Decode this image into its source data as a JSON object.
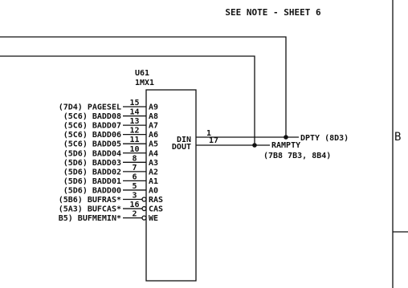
{
  "note": "SEE NOTE - SHEET 6",
  "chip": {
    "ref": "U61",
    "part": "1MX1"
  },
  "zone_letter": "B",
  "inputs": [
    {
      "signal": "(7D4) PAGESEL",
      "pin": "15",
      "pin_name": "A9",
      "bubble": false
    },
    {
      "signal": "(5C6) BADD08",
      "pin": "14",
      "pin_name": "A8",
      "bubble": false
    },
    {
      "signal": "(5C6) BADD07",
      "pin": "13",
      "pin_name": "A7",
      "bubble": false
    },
    {
      "signal": "(5C6) BADD06",
      "pin": "12",
      "pin_name": "A6",
      "bubble": false
    },
    {
      "signal": "(5C6) BADD05",
      "pin": "11",
      "pin_name": "A5",
      "bubble": false
    },
    {
      "signal": "(5D6) BADD04",
      "pin": "10",
      "pin_name": "A4",
      "bubble": false
    },
    {
      "signal": "(5D6) BADD03",
      "pin": "8",
      "pin_name": "A3",
      "bubble": false
    },
    {
      "signal": "(5D6) BADD02",
      "pin": "7",
      "pin_name": "A2",
      "bubble": false
    },
    {
      "signal": "(5D6) BADD01",
      "pin": "6",
      "pin_name": "A1",
      "bubble": false
    },
    {
      "signal": "(5D6) BADD00",
      "pin": "5",
      "pin_name": "A0",
      "bubble": false
    },
    {
      "signal": "(5B6) BUFRAS*",
      "pin": "3",
      "pin_name": "RAS",
      "bubble": true
    },
    {
      "signal": "(5A3) BUFCAS*",
      "pin": "16",
      "pin_name": "CAS",
      "bubble": true
    },
    {
      "signal": "B5) BUFMEMIN*",
      "pin": "2",
      "pin_name": "WE",
      "bubble": true
    }
  ],
  "outputs": {
    "din": {
      "pin_name": "DIN",
      "pin": "1",
      "net": "DPTY (8D3)"
    },
    "dout": {
      "pin_name": "DOUT",
      "pin": "17",
      "net": "RAMPTY",
      "net_refs": "(7B8 7B3, 8B4)"
    }
  }
}
